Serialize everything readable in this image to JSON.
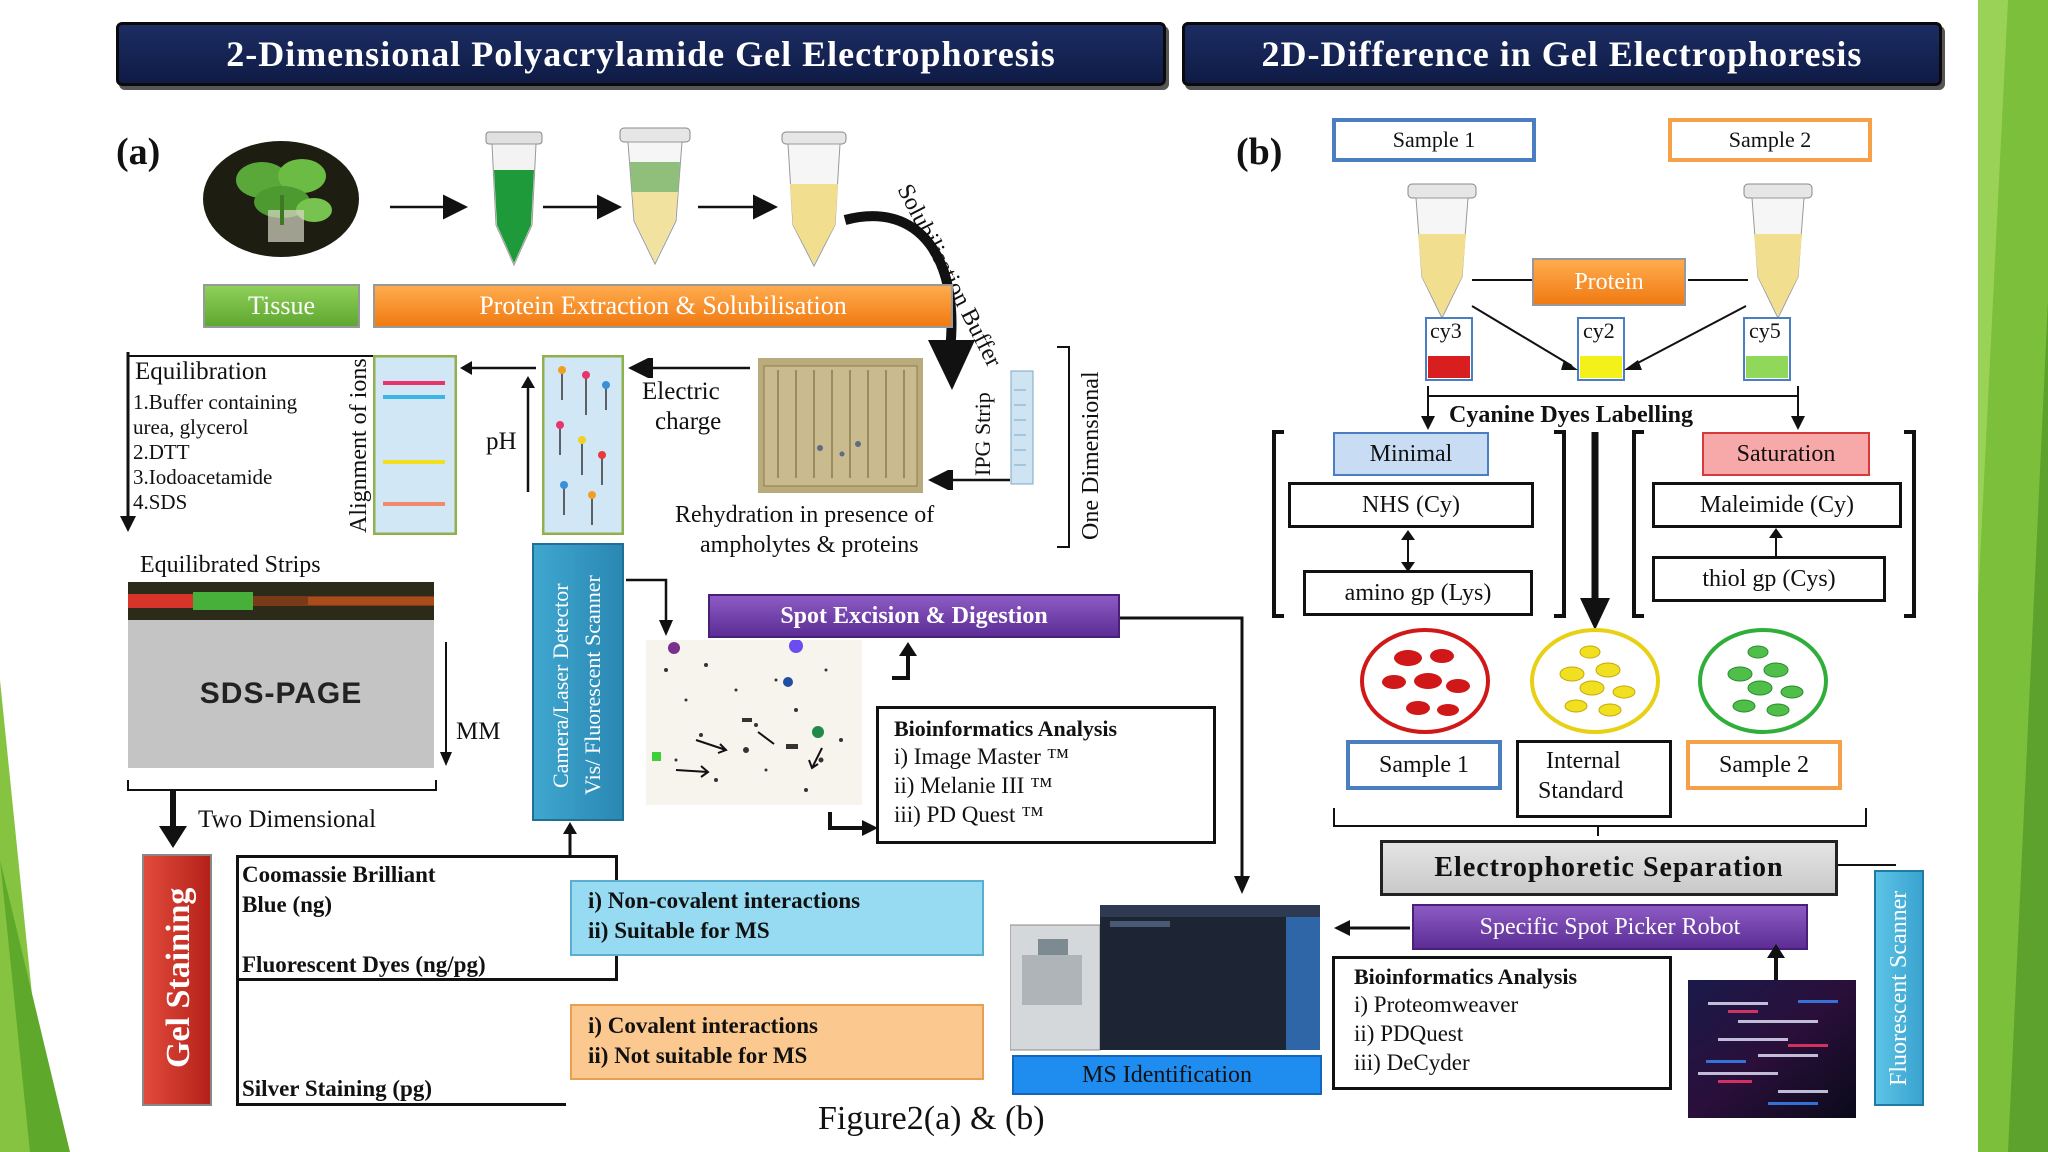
{
  "banners": {
    "left": "2-Dimensional Polyacrylamide Gel Electrophoresis",
    "right": "2D-Difference in Gel Electrophoresis"
  },
  "panel_a": {
    "letter": "(a)",
    "tissue": "Tissue",
    "protein_extraction": "Protein Extraction & Solubilisation",
    "solubilisation_buffer": "Solubilisation Buffer",
    "ipg_strip": "IPG Strip",
    "one_dimensional": "One Dimensional",
    "rehydration": [
      "Rehydration in presence of",
      "ampholytes & proteins"
    ],
    "electric_charge": [
      "Electric",
      "charge"
    ],
    "ph": "pH",
    "alignment_of_ions": "Alignment of ions",
    "equilibration": {
      "title": "Equilibration",
      "items": [
        "1.Buffer containing",
        "urea, glycerol",
        "2.DTT",
        "3.Iodoacetamide",
        "4.SDS"
      ]
    },
    "equilibrated_strips": "Equilibrated Strips",
    "sds_page": "SDS-PAGE",
    "mm": "MM",
    "two_dimensional": "Two Dimensional",
    "detector": [
      "Camera/Laser Detector",
      "Vis/ Fluorescent Scanner"
    ],
    "spot_excision": "Spot Excision & Digestion",
    "bioinformatics": {
      "title": "Bioinformatics Analysis",
      "items": [
        "i) Image Master ™",
        "ii) Melanie III ™",
        "iii) PD Quest ™"
      ]
    },
    "gel_staining": "Gel Staining",
    "stains": [
      "Coomassie Brilliant",
      "Blue (ng)",
      "Fluorescent Dyes (ng/pg)",
      "Silver Staining (pg)"
    ],
    "non_covalent": [
      "i) Non-covalent interactions",
      "ii) Suitable for MS"
    ],
    "covalent": [
      "i) Covalent interactions",
      "ii) Not suitable for MS"
    ],
    "ms_identification": "MS Identification"
  },
  "panel_b": {
    "letter": "(b)",
    "sample1": "Sample 1",
    "sample2": "Sample 2",
    "protein": "Protein",
    "dyes": [
      "cy3",
      "cy2",
      "cy5"
    ],
    "cyanine": "Cyanine Dyes Labelling",
    "minimal": "Minimal",
    "saturation": "Saturation",
    "nhs": "NHS (Cy)",
    "amino": "amino gp (Lys)",
    "maleimide": "Maleimide (Cy)",
    "thiol": "thiol gp (Cys)",
    "circle_labels": [
      "Sample 1",
      "Internal",
      "Standard",
      "Sample 2"
    ],
    "electrophoretic": "Electrophoretic  Separation",
    "spot_picker": "Specific Spot Picker Robot",
    "fluorescent_scanner": "Fluorescent Scanner",
    "bioinformatics": {
      "title": "Bioinformatics Analysis",
      "items": [
        "i) Proteomweaver",
        "ii) PDQuest",
        "iii) DeCyder"
      ]
    }
  },
  "caption": "Figure2(a) & (b)",
  "colors": {
    "banner": "#1c2d63",
    "green": "#6fbf3f",
    "orange": "#f58a1f",
    "purple": "#6a3aa5",
    "red": "#d9342b",
    "light_blue": "#8fd7f0",
    "light_orange": "#fbc58c"
  }
}
